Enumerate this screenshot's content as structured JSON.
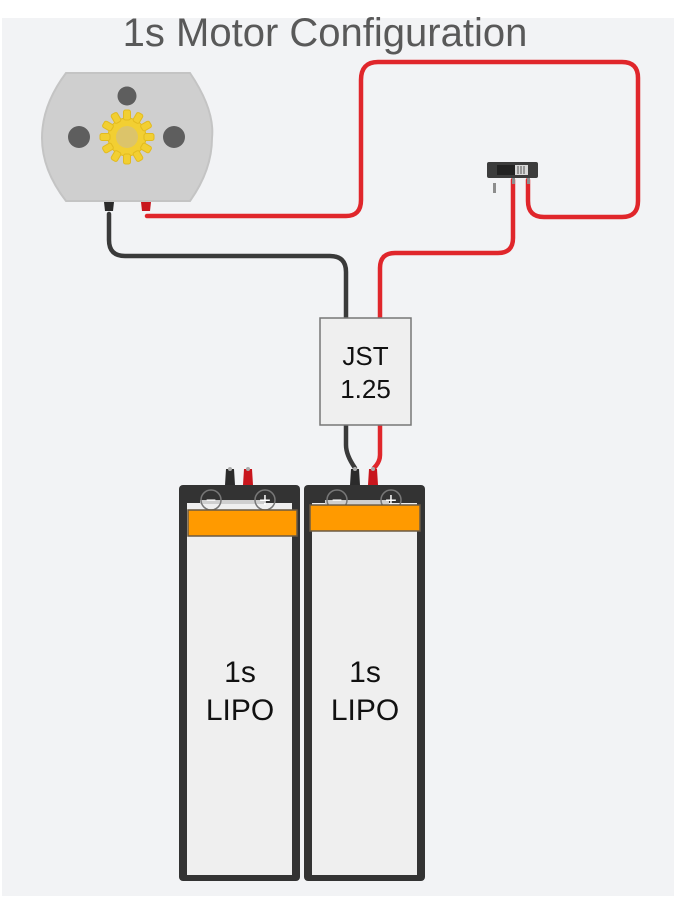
{
  "title": "1s Motor Configuration",
  "components": {
    "motor": {
      "name": "DC Motor"
    },
    "switch": {
      "name": "Slide Switch"
    },
    "connector": {
      "line1": "JST",
      "line2": "1.25"
    },
    "batteries": [
      {
        "line1": "1s",
        "line2": "LIPO",
        "neg_symbol": "−",
        "pos_symbol": "+"
      },
      {
        "line1": "1s",
        "line2": "LIPO",
        "neg_symbol": "−",
        "pos_symbol": "+"
      }
    ]
  },
  "colors": {
    "background": "#f2f3f5",
    "wire_positive": "#e0262b",
    "wire_negative": "#3a3a3a",
    "battery_label": "#ff9a00",
    "motor_body": "#cfcfcf",
    "gear": "#f2cf32"
  }
}
